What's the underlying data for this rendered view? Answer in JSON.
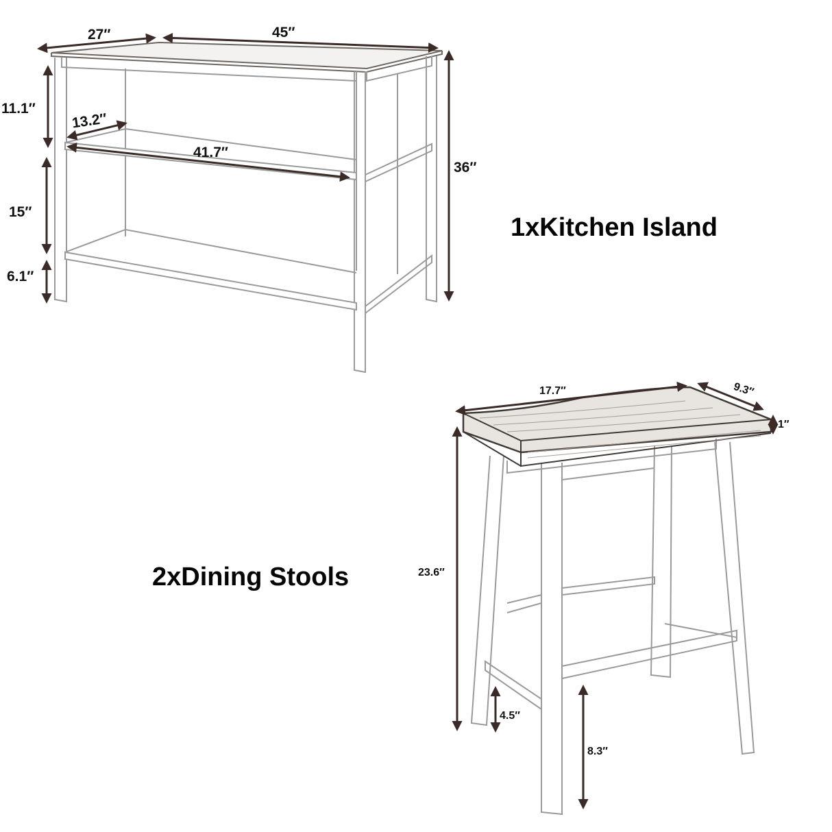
{
  "island": {
    "title": "1xKitchen Island",
    "dimensions": {
      "depth": "27″",
      "width": "45″",
      "height": "36″",
      "top_clearance": "11.1″",
      "shelf_depth": "13.2″",
      "shelf_width": "41.7″",
      "shelf_gap": "15″",
      "floor_clearance": "6.1″"
    }
  },
  "stool": {
    "title": "2xDining Stools",
    "dimensions": {
      "seat_width": "17.7″",
      "seat_depth": "9.3″",
      "seat_thickness": "1″",
      "height": "23.6″",
      "side_rail_height": "4.5″",
      "front_rail_height": "8.3″"
    }
  },
  "colors": {
    "arrow": "#3a2a28",
    "outline": "#9a9a9a",
    "wood": "#8a7f78",
    "text": "#111111"
  }
}
